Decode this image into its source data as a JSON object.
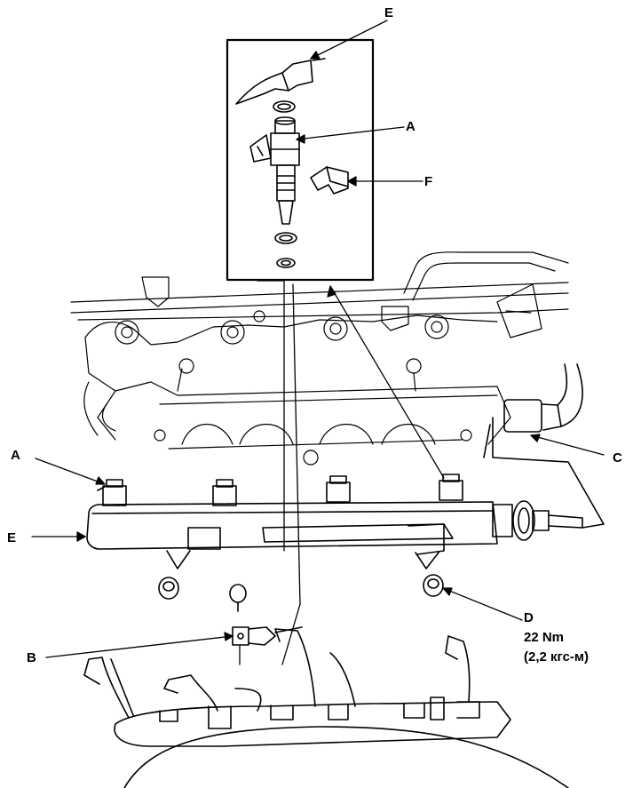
{
  "callouts": {
    "e_top": "E",
    "a_top": "A",
    "f": "F",
    "a_left": "A",
    "e_left": "E",
    "c": "C",
    "d": "D",
    "b": "B"
  },
  "torque_spec": {
    "nm": "22 Nm",
    "kgfm": "(2,2 кгс-м)"
  },
  "colors": {
    "line": "#000000",
    "background": "#ffffff"
  }
}
